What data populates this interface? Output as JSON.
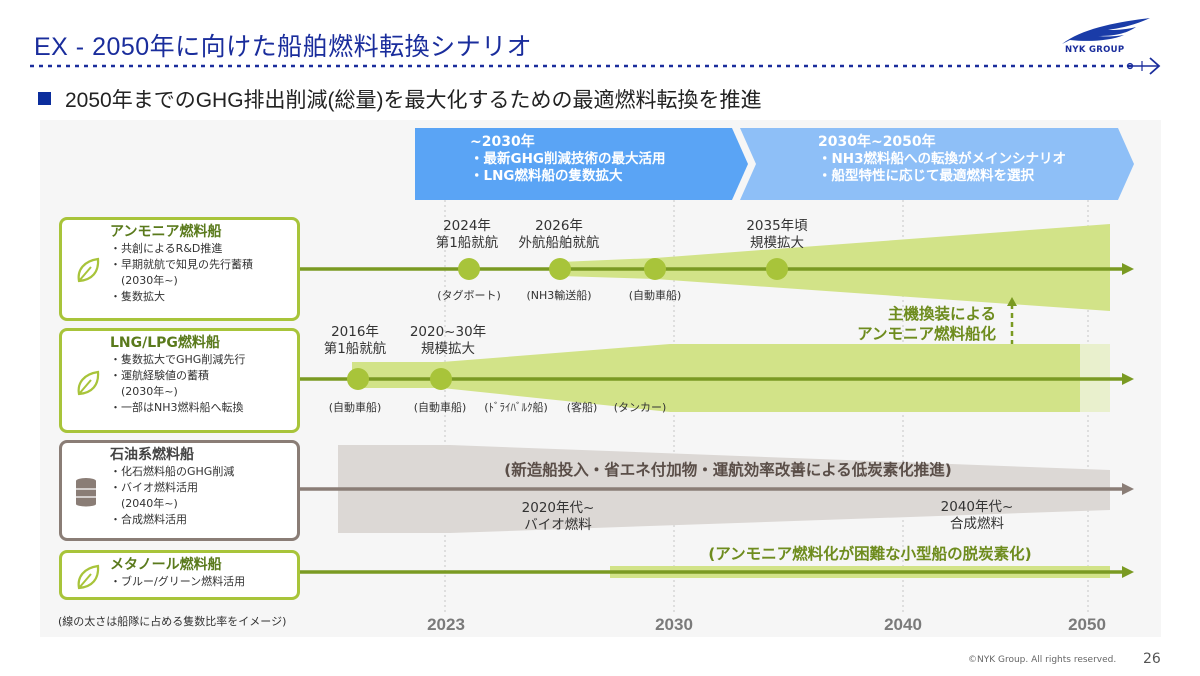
{
  "header": {
    "title": "EX - 2050年に向けた船舶燃料転換シナリオ",
    "logo_text": "NYK GROUP",
    "subtitle": "2050年までのGHG排出削減(総量)を最大化するための最適燃料転換を推進"
  },
  "phases": [
    {
      "head": "~2030年",
      "items": [
        "・最新GHG削減技術の最大活用",
        "・LNG燃料船の隻数拡大"
      ],
      "color": "#5aa4f5"
    },
    {
      "head": "2030年~2050年",
      "items": [
        "・NH3燃料船への転換がメインシナリオ",
        "・船型特性に応じて最適燃料を選択"
      ],
      "color": "#8ebff7"
    }
  ],
  "categories": [
    {
      "title": "アンモニア燃料船",
      "icon": "leaf-icon",
      "items": [
        "・共創によるR&D推進",
        "・早期就航で知見の先行蓄積",
        "　(2030年~)",
        "・隻数拡大"
      ]
    },
    {
      "title": "LNG/LPG燃料船",
      "icon": "leaf-icon",
      "items": [
        "・隻数拡大でGHG削減先行",
        "・運航経験値の蓄積",
        "　(2030年~)",
        "・一部はNH3燃料船へ転換"
      ]
    },
    {
      "title": "石油系燃料船",
      "icon": "barrel-icon",
      "items": [
        "・化石燃料船のGHG削減",
        "・バイオ燃料活用",
        "　(2040年~)",
        "・合成燃料活用"
      ]
    },
    {
      "title": "メタノール燃料船",
      "icon": "leaf-icon",
      "items": [
        "・ブルー/グリーン燃料活用"
      ]
    }
  ],
  "ammonia_milestones": [
    {
      "year": "2024年",
      "desc": "第1船就航",
      "sub": "(タグボート)"
    },
    {
      "year": "2026年",
      "desc": "外航船舶就航",
      "sub": "(NH3輸送船)"
    },
    {
      "year": "",
      "desc": "",
      "sub": "(自動車船)"
    },
    {
      "year": "2035年頃",
      "desc": "規模拡大",
      "sub": ""
    }
  ],
  "lng_milestones": [
    {
      "year": "2016年",
      "desc": "第1船就航",
      "sub": "(自動車船)"
    },
    {
      "year": "2020~30年",
      "desc": "規模拡大",
      "sub": "(自動車船)"
    }
  ],
  "lng_extra_subs": [
    "(ﾄﾞﾗｲﾊﾞﾙｸ船)",
    "(客船)",
    "(タンカー)"
  ],
  "conversion_note": [
    "主機換装による",
    "アンモニア燃料船化"
  ],
  "oil_band_text": "(新造船投入・省エネ付加物・運航効率改善による低炭素化推進)",
  "oil_labels": [
    {
      "line1": "2020年代~",
      "line2": "バイオ燃料"
    },
    {
      "line1": "2040年代~",
      "line2": "合成燃料"
    }
  ],
  "methanol_text": "(アンモニア燃料化が困難な小型船の脱炭素化)",
  "axis_years": [
    "2023",
    "2030",
    "2040",
    "2050"
  ],
  "line_width_note": "(線の太さは船隊に占める隻数比率をイメージ)",
  "footer": {
    "copyright": "©NYK Group. All rights reserved.",
    "page": "26"
  },
  "colors": {
    "title_blue": "#1a2d9c",
    "green_line": "#7a9a22",
    "green_fill": "#d2e388",
    "grey_fill": "#dcd8d5",
    "grey_line": "#8a7d76"
  }
}
